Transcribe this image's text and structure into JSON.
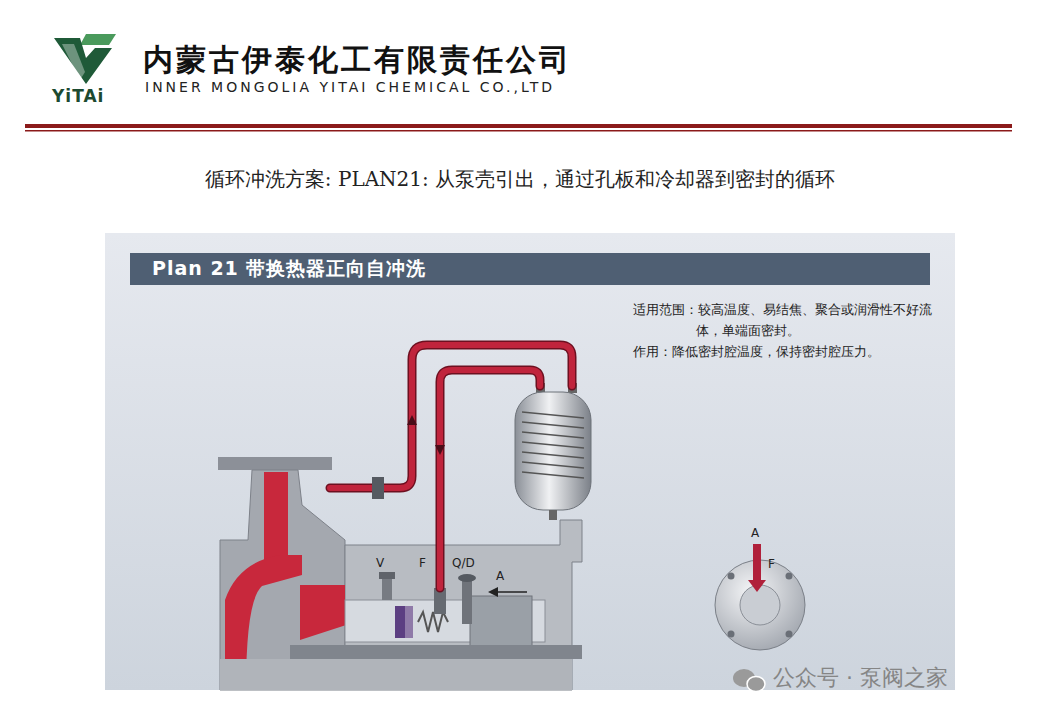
{
  "diagram": {
    "title": "循环冲洗方案: PLAN21: 从泵壳引出，通过孔板和冷却器到密封的循环",
    "nodes": [
      {
        "text": [
          "Plan 21 带换热器正向自冲洗"
        ]
      }
    ],
    "labels": [
      "YiTAi",
      "内蒙古伊泰化工有限责任公司",
      "INNER MONGOLIA YITAI CHEMICAL CO.,LTD",
      "适用范围：较高温度、易结焦、聚合或润滑性不好流体，单端面密封。",
      "作用：降低密封腔温度，保持密封腔压力。",
      "V",
      "F",
      "Q/D",
      "A",
      "A",
      "F",
      "公众号 · 泵阀之家"
    ]
  }
}
